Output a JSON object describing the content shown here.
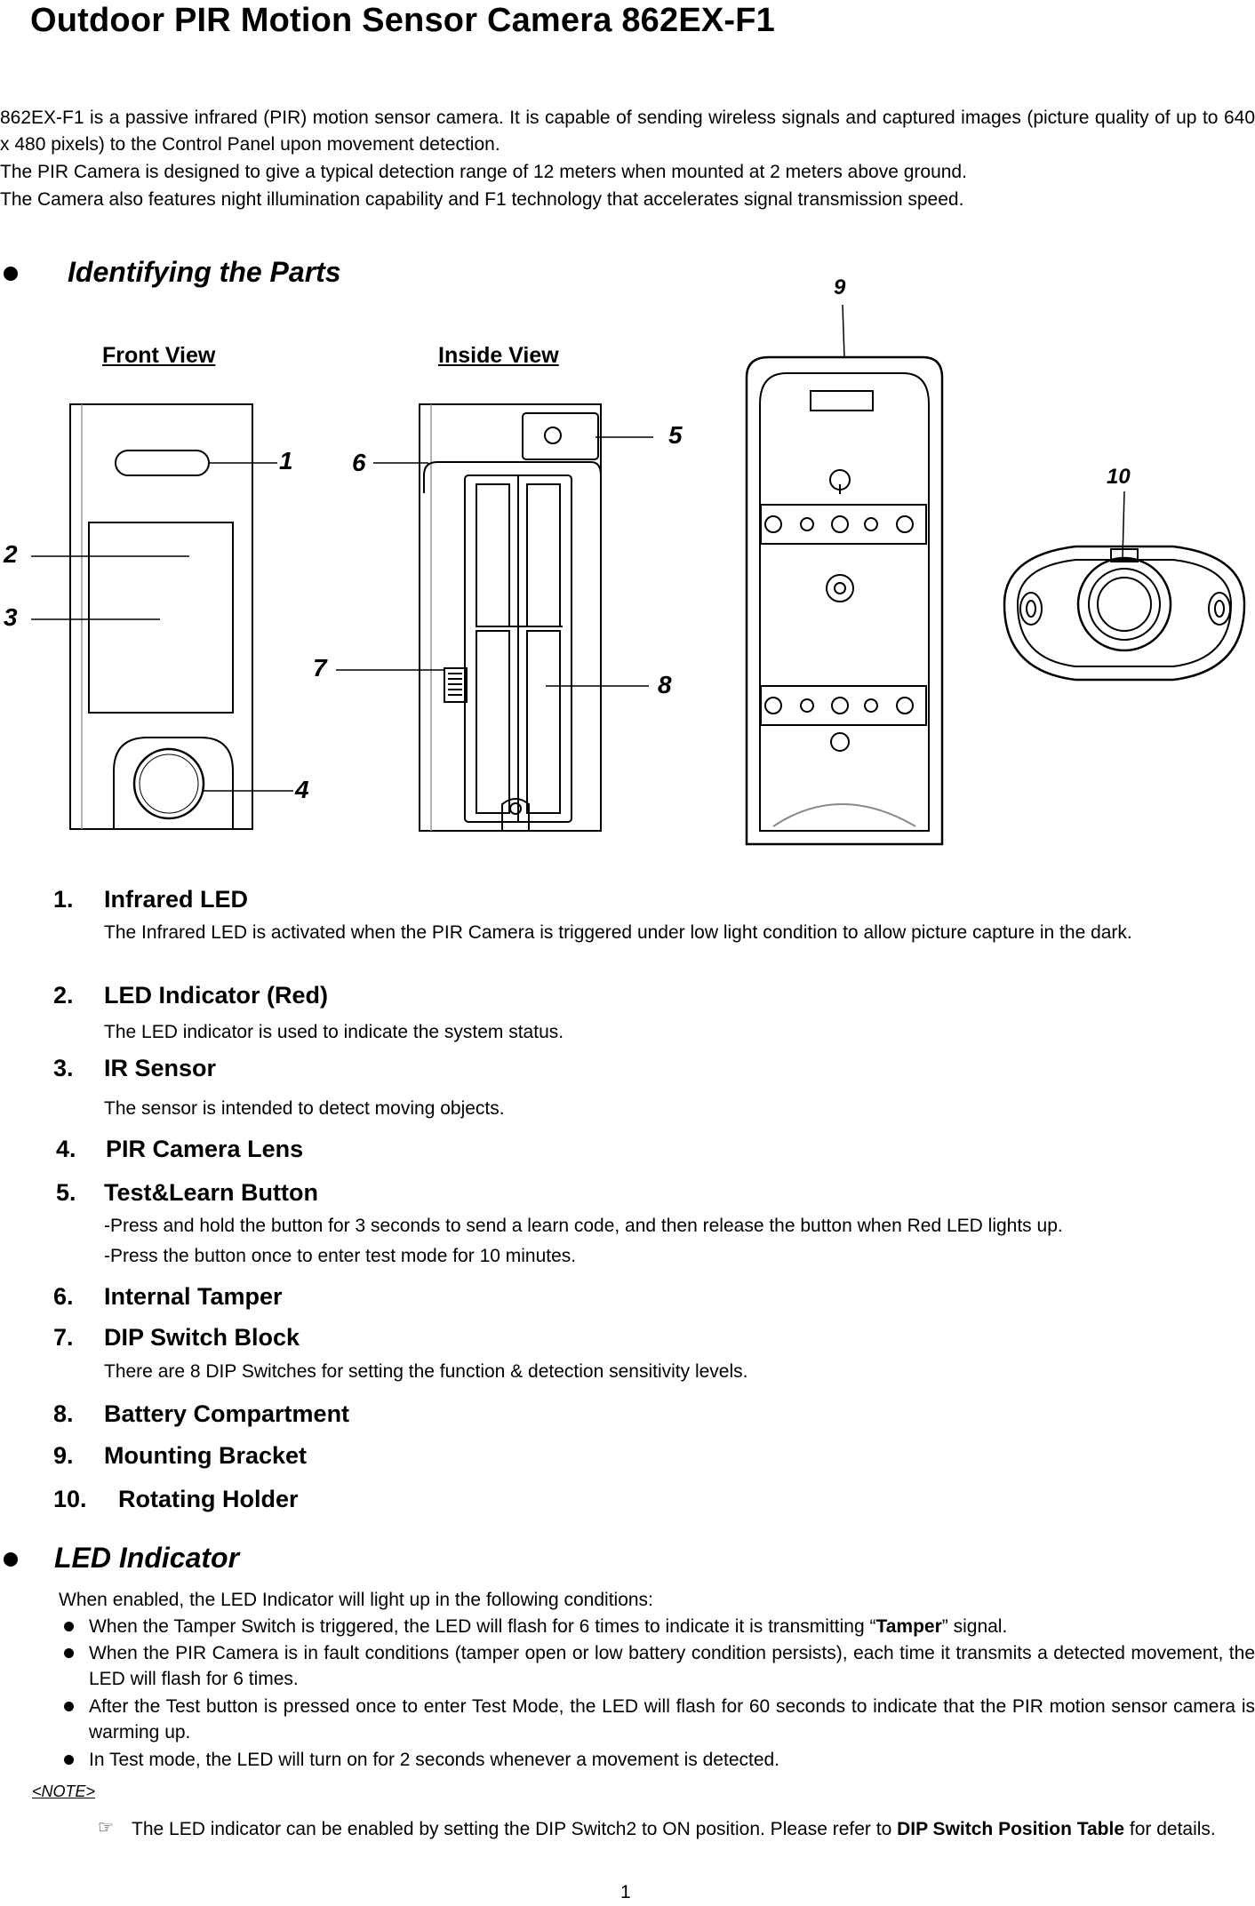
{
  "title": "Outdoor PIR Motion Sensor Camera 862EX-F1",
  "intro": {
    "p1": "862EX-F1 is a passive infrared (PIR) motion sensor camera. It is capable of sending wireless signals and captured images (picture quality of up to 640 x 480 pixels) to the Control Panel upon movement detection.",
    "p2": "The PIR Camera is designed to give a typical detection range of 12 meters when mounted at 2 meters above ground.",
    "p3": "The Camera also features night illumination capability and F1 technology that accelerates signal transmission speed."
  },
  "parts_section": {
    "heading": "Identifying the Parts",
    "front_view_label": "Front View",
    "inside_view_label": "Inside View",
    "callouts": [
      "1",
      "2",
      "3",
      "4",
      "5",
      "6",
      "7",
      "8",
      "9",
      "10"
    ]
  },
  "parts": [
    {
      "num": "1.",
      "title": "Infrared LED",
      "desc": [
        "The Infrared LED is activated when the PIR Camera is triggered under low light condition to allow picture capture in the dark."
      ]
    },
    {
      "num": "2.",
      "title": "LED Indicator (Red)",
      "desc": [
        "The LED indicator is used to indicate the system status."
      ]
    },
    {
      "num": "3.",
      "title": "IR Sensor",
      "desc": [
        "The sensor is intended to detect moving objects."
      ]
    },
    {
      "num": "4.",
      "title": "PIR Camera Lens",
      "desc": []
    },
    {
      "num": "5.",
      "title": "Test&Learn Button",
      "desc": [
        "-Press and hold the button for 3 seconds to send a learn code, and then release the button when Red LED lights up.",
        "-Press the button once to enter test mode for 10 minutes."
      ]
    },
    {
      "num": "6.",
      "title": "Internal Tamper",
      "desc": []
    },
    {
      "num": "7.",
      "title": "DIP Switch Block",
      "desc": [
        "There are 8 DIP Switches for setting the function & detection sensitivity levels."
      ]
    },
    {
      "num": "8.",
      "title": "Battery Compartment",
      "desc": []
    },
    {
      "num": "9.",
      "title": "Mounting Bracket",
      "desc": []
    },
    {
      "num": "10.",
      "title": "Rotating Holder",
      "desc": []
    }
  ],
  "led_section": {
    "heading": "LED Indicator",
    "intro": "When enabled, the LED Indicator will light up in the following conditions:",
    "b1_pre": "When the Tamper Switch is triggered, the LED will flash for 6 times to indicate it is transmitting “",
    "b1_bold": "Tamper",
    "b1_post": "” signal.",
    "b2": "When the PIR Camera is in fault conditions (tamper open or low battery condition persists), each time it transmits a detected movement, the LED will flash for 6 times.",
    "b3": "After the Test button is pressed once to enter Test Mode, the LED will flash for 60 seconds to indicate that the PIR motion sensor camera is warming up.",
    "b4": "In Test mode, the LED will turn on for 2 seconds whenever a movement is detected.",
    "note_label": "<NOTE>",
    "note_pre": "The LED indicator can be enabled by setting the DIP Switch2 to ON position. Please refer to ",
    "note_bold": "DIP Switch Position Table",
    "note_post": " for details."
  },
  "page_number": "1"
}
